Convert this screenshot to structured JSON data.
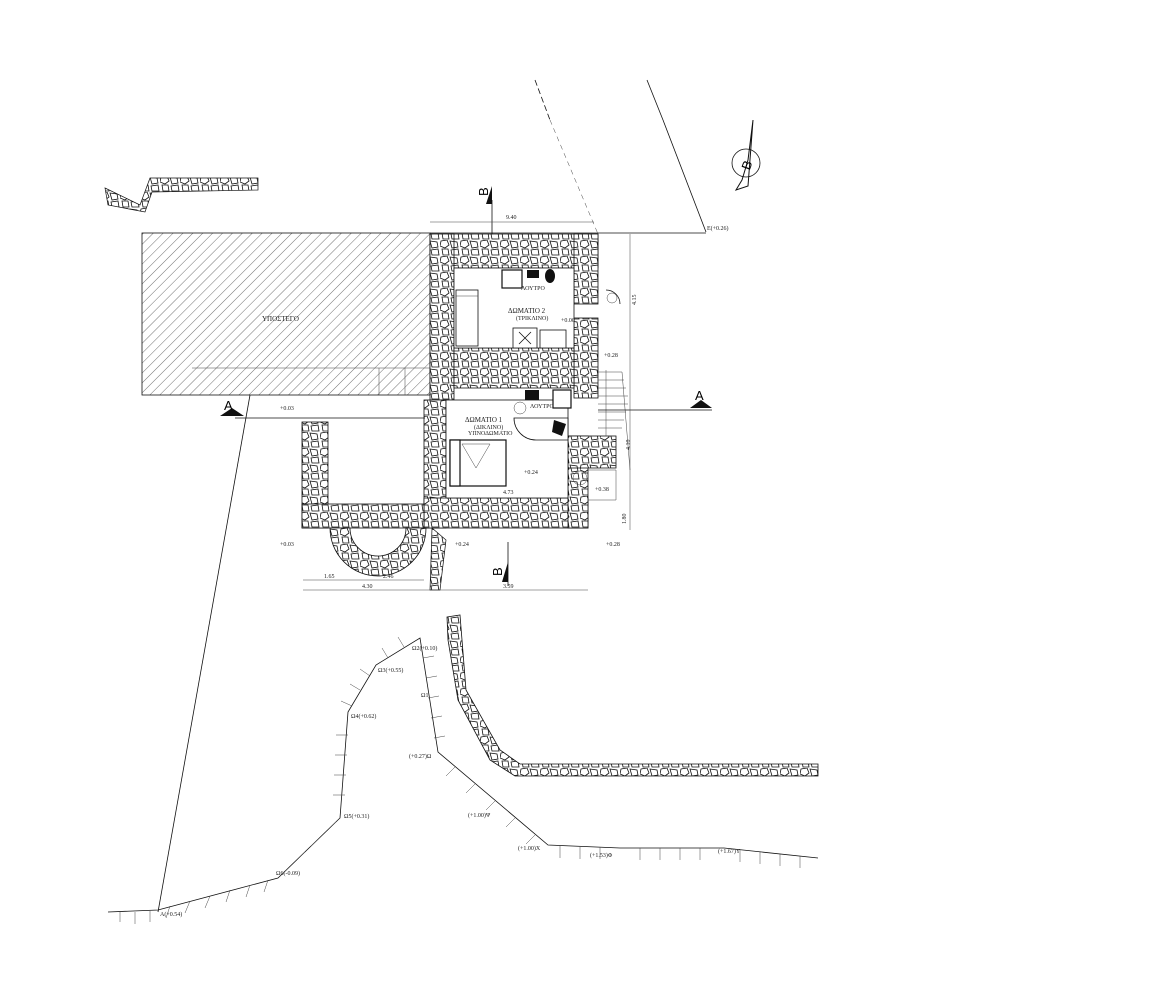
{
  "rooms": {
    "room2_name": "ΔΩΜΑΤΙΟ 2",
    "room2_sub": "(ΤΡΙΚΛΙΝΟ)",
    "room1_name": "ΔΩΜΑΤΙΟ 1",
    "room1_sub1": "(ΔΙΚΛΙΝΟ)",
    "room1_sub2": "ΥΠΝΟΔΩΜΑΤΙΟ",
    "terrace": "ΥΠΟΣΤΕΓΟ",
    "wc_top": "ΛΟΥΤΡΟ",
    "wc_mid": "ΛΟΥΤΡΟ"
  },
  "sections": {
    "a_left": "A",
    "a_right": "A",
    "b_top": "B",
    "b_bottom": "B"
  },
  "north_letter": "B",
  "elevations": {
    "e_top": "E(+0.26)",
    "lvl_room2": "+0.00",
    "lvl_r1": "+0.28",
    "lvl_room1": "+0.24",
    "lvl_step": "+0.38",
    "lvl_left": "+0.03",
    "lvl_bl": "+0.03",
    "lvl_bm": "+0.24",
    "lvl_br": "+0.28"
  },
  "survey_points": {
    "o2": "Ω2(+0.10)",
    "o3": "Ω3(+0.55)",
    "o1": "Ω1",
    "o4": "Ω4(+0.62)",
    "p_q": "(+0.27)Ω",
    "o5": "Ω5(+0.31)",
    "p_p": "(+1.00)Ψ",
    "p_x": "(+1.00)X",
    "p_f": "(+1.53)Φ",
    "p_y": "(+1.67)Υ",
    "o6": "Ω6(-0.09)",
    "a": "A(+0.54)"
  },
  "dimensions": {
    "top_width": "9.40",
    "right_height": "4.15",
    "right_height2": "4.10",
    "right_small": "1.80",
    "bottom_left1": "1.65",
    "bottom_left2": "2.46",
    "bottom_total_left": "4.30",
    "bottom_total_right": "3.59",
    "room1_width": "4.73"
  }
}
